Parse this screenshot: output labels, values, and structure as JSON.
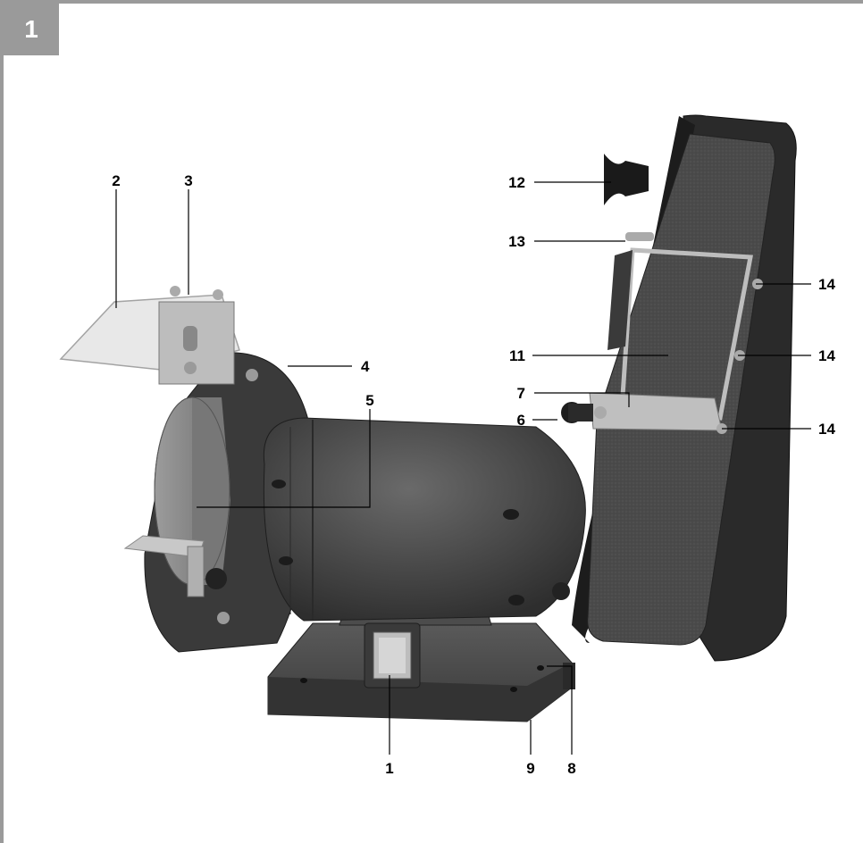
{
  "figure": {
    "number": "1",
    "colors": {
      "frame": "#9a9a9a",
      "machine": "#4a4a4a",
      "belt": "#3a3a3a",
      "guard": "#b8b8b8"
    },
    "callouts": {
      "c1": "1",
      "c2": "2",
      "c3": "3",
      "c4": "4",
      "c5": "5",
      "c6": "6",
      "c7": "7",
      "c8": "8",
      "c9": "9",
      "c11": "11",
      "c12": "12",
      "c13": "13",
      "c14a": "14",
      "c14b": "14",
      "c14c": "14"
    }
  }
}
